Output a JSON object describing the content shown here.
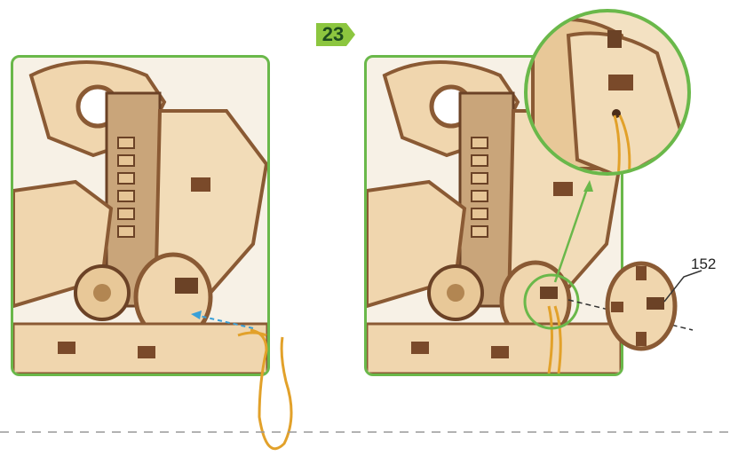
{
  "step": {
    "number": "23"
  },
  "part": {
    "label": "152"
  },
  "colors": {
    "frame_green": "#6ab84a",
    "badge_green": "#8cc63f",
    "wood_light": "#f0d6ae",
    "wood_edge": "#8a5a34",
    "cord": "#e2a12a",
    "guide_blue": "#3aa0d8"
  },
  "icons": [
    "wooden-mechanism",
    "gear",
    "cord-loop",
    "insert-arrow",
    "magnifier-circle",
    "wooden-disc-part"
  ]
}
